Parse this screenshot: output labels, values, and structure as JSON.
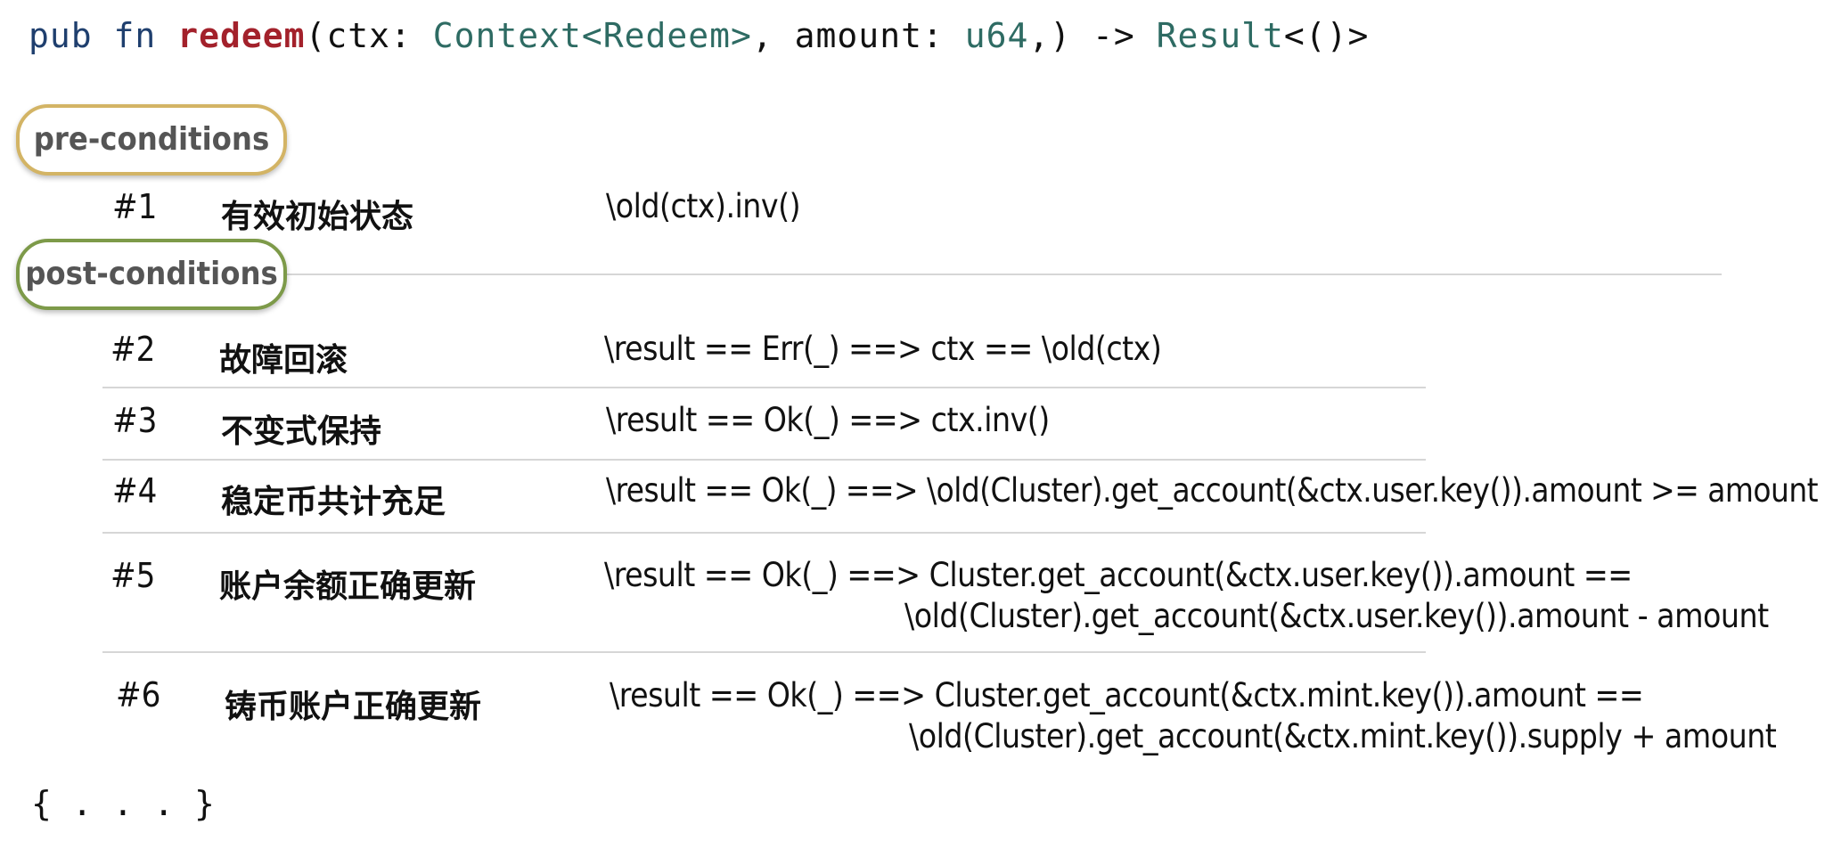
{
  "signature": {
    "keyword_pub": "pub",
    "keyword_fn": "fn",
    "fn_name": "redeem",
    "open_paren_ctx": "(ctx: ",
    "ctx_type": "Context<Redeem>",
    "comma_amount": ", amount: ",
    "amount_type": "u64",
    "tail": ",) -> ",
    "return_type": "Result",
    "return_tail": "<()>"
  },
  "pre_conditions": {
    "label": "pre-conditions",
    "rows": [
      {
        "num": "#1",
        "name": "有效初始状态",
        "spec": "\\old(ctx).inv()"
      }
    ]
  },
  "post_conditions": {
    "label": "post-conditions",
    "rows": [
      {
        "num": "#2",
        "name": "故障回滚",
        "spec": "\\result == Err(_) ==> ctx == \\old(ctx)",
        "spec_cont": ""
      },
      {
        "num": "#3",
        "name": "不变式保持",
        "spec": "\\result == Ok(_) ==> ctx.inv()",
        "spec_cont": ""
      },
      {
        "num": "#4",
        "name": "稳定币共计充足",
        "spec": "\\result == Ok(_) ==> \\old(Cluster).get_account(&ctx.user.key()).amount >= amount",
        "spec_cont": ""
      },
      {
        "num": "#5",
        "name": "账户余额正确更新",
        "spec": "\\result == Ok(_) ==> Cluster.get_account(&ctx.user.key()).amount ==",
        "spec_cont": "\\old(Cluster).get_account(&ctx.user.key()).amount - amount"
      },
      {
        "num": "#6",
        "name": "铸币账户正确更新",
        "spec": "\\result == Ok(_) ==> Cluster.get_account(&ctx.mint.key()).amount ==",
        "spec_cont": "\\old(Cluster).get_account(&ctx.mint.key()).supply + amount"
      }
    ]
  },
  "closing": "{ . . . }",
  "colors": {
    "keyword": "#1f3f6e",
    "fn_name": "#a3212b",
    "type": "#2e6b63",
    "pre_badge_border": "#d3b465",
    "post_badge_border": "#7d9a49"
  }
}
